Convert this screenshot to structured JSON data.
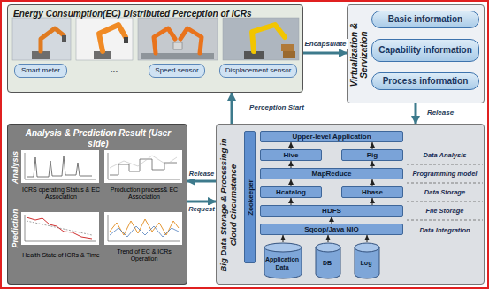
{
  "diagram": {
    "nodes": [
      {
        "text": [
          "Energy Consumption(EC) Distributed Perception of ICRs"
        ]
      },
      {
        "text": [
          "Smart meter"
        ],
        "in": 0
      },
      {
        "text": [
          "Speed sensor"
        ],
        "in": 0
      },
      {
        "text": [
          "Displacement sensor"
        ],
        "in": 0
      },
      {
        "text": [
          "Virtualization & Servization"
        ]
      },
      {
        "text": [
          "Basic information"
        ],
        "in": 4
      },
      {
        "text": [
          "Capability information"
        ],
        "in": 4
      },
      {
        "text": [
          "Process information"
        ],
        "in": 4
      },
      {
        "text": [
          "Analysis & Prediction Result (User side)"
        ]
      },
      {
        "text": [
          "Big Data Storage & Processing in Cloud Circumstance"
        ]
      },
      {
        "text": [
          "Zookeeper"
        ],
        "in": 9
      },
      {
        "text": [
          "Upper-level Application"
        ],
        "in": 9
      },
      {
        "text": [
          "Hive"
        ],
        "in": 9
      },
      {
        "text": [
          "Pig"
        ],
        "in": 9
      },
      {
        "text": [
          "MapReduce"
        ],
        "in": 9
      },
      {
        "text": [
          "Hcatalog"
        ],
        "in": 9
      },
      {
        "text": [
          "Hbase"
        ],
        "in": 9
      },
      {
        "text": [
          "HDFS"
        ],
        "in": 9
      },
      {
        "text": [
          "Sqoop/Java NIO"
        ],
        "in": 9
      },
      {
        "text": [
          "Application Data"
        ],
        "in": 9
      },
      {
        "text": [
          "DB"
        ],
        "in": 9
      },
      {
        "text": [
          "Log"
        ],
        "in": 9
      }
    ],
    "edges": [
      {
        "from": 0,
        "to": 4,
        "label": "Encapsulate",
        "arrow": "to"
      },
      {
        "from": 4,
        "to": 9,
        "label": "Release",
        "arrow": "to"
      },
      {
        "from": 9,
        "to": 0,
        "label": "Perception Start",
        "arrow": "to"
      },
      {
        "from": 9,
        "to": 8,
        "label": "Release",
        "arrow": "to"
      },
      {
        "from": 8,
        "to": 9,
        "label": "Request",
        "arrow": "to"
      },
      {
        "from": 12,
        "to": 11,
        "arrow": "to"
      },
      {
        "from": 13,
        "to": 11,
        "arrow": "to"
      },
      {
        "from": 14,
        "to": 12,
        "arrow": "to"
      },
      {
        "from": 14,
        "to": 13,
        "arrow": "to"
      },
      {
        "from": 15,
        "to": 14,
        "arrow": "to"
      },
      {
        "from": 16,
        "to": 14,
        "arrow": "to"
      },
      {
        "from": 17,
        "to": 15,
        "arrow": "to"
      },
      {
        "from": 17,
        "to": 16,
        "arrow": "to"
      },
      {
        "from": 18,
        "to": 17,
        "arrow": "to"
      },
      {
        "from": 19,
        "to": 18,
        "arrow": "to"
      },
      {
        "from": 20,
        "to": 18,
        "arrow": "to"
      },
      {
        "from": 21,
        "to": 18,
        "arrow": "to"
      }
    ],
    "labels": [
      "...",
      "Analysis",
      "Prediction",
      "ICRS operating Status & EC Association",
      "Production process& EC Association",
      "Health State of ICRs & Time",
      "Trend of EC & ICRs Operation",
      "Data Analysis",
      "Programming model",
      "Data Storage",
      "File Storage",
      "Data Integration"
    ]
  }
}
